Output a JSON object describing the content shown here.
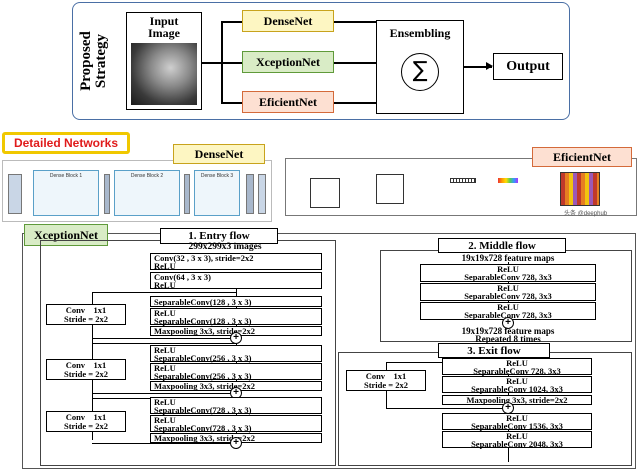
{
  "top": {
    "strategy_label": "Proposed Strategy",
    "input_image_label": "Input Image",
    "networks": [
      "DenseNet",
      "XceptionNet",
      "EficientNet"
    ],
    "ensembling_label": "Ensembling",
    "sum_symbol": "∑",
    "output_label": "Output"
  },
  "detailed_networks_label": "Detailed Networks",
  "densenet_panel": {
    "label": "DenseNet",
    "blocks": [
      "Dense Block 1",
      "Dense Block 2",
      "Dense Block 3"
    ]
  },
  "efficientnet_panel": {
    "label": "EficientNet",
    "watermark": "头条 @deephub"
  },
  "xception_panel": {
    "label": "XceptionNet",
    "entry": {
      "title": "1. Entry flow",
      "input": "299x299x3 images",
      "conv1": [
        "Conv(32 , 3 x 3), stride=2x2",
        "ReLU"
      ],
      "conv2": [
        "Conv(64 , 3 x 3)",
        "ReLU"
      ],
      "side": [
        "Conv    1x1",
        "Stride = 2x2"
      ],
      "stages": [
        {
          "sep1": "SeparableConv(128 , 3 x 3)",
          "relu": "ReLU",
          "sep2": "SeparableConv(128 , 3 x 3)",
          "pool": "Maxpooling 3x3, stride=2x2"
        },
        {
          "relu1": "ReLU",
          "sep1": "SeparableConv(256 , 3 x 3)",
          "relu": "ReLU",
          "sep2": "SeparableConv(256 , 3 x 3)",
          "pool": "Maxpooling 3x3, stride=2x2"
        },
        {
          "relu1": "ReLU",
          "sep1": "SeparableConv(728 , 3 x 3)",
          "relu": "ReLU",
          "sep2": "SeparableConv(728 , 3 x 3)",
          "pool": "Maxpooling 3x3, stride=2x2"
        }
      ]
    },
    "middle": {
      "title": "2. Middle flow",
      "input": "19x19x728 feature maps",
      "relu": "ReLU",
      "sep": "SeparableConv 728, 3x3",
      "output": "19x19x728 feature maps",
      "repeat": "Repeated 8 times"
    },
    "exit": {
      "title": "3. Exit flow",
      "side": [
        "Conv    1x1",
        "Stride = 2x2"
      ],
      "relu": "ReLU",
      "sep1": "SeparableConv 728, 3x3",
      "sep2": "SeparableConv 1024, 3x3",
      "pool": "Maxpooling 3x3, stride=2x2",
      "sep3": "SeparableConv 1536, 3x3",
      "sep4": "SeparableConv 2048, 3x3"
    }
  },
  "colors": {
    "densenet_bg": "#fdf6c2",
    "densenet_border": "#c8a31c",
    "xception_bg": "#d9ecc6",
    "xception_border": "#5f9a3a",
    "efficientnet_bg": "#fde0d2",
    "efficientnet_border": "#d46a3a",
    "detailed_text": "#e01b1b",
    "detailed_border": "#f0c800",
    "panel_border": "#4a6fa5"
  }
}
